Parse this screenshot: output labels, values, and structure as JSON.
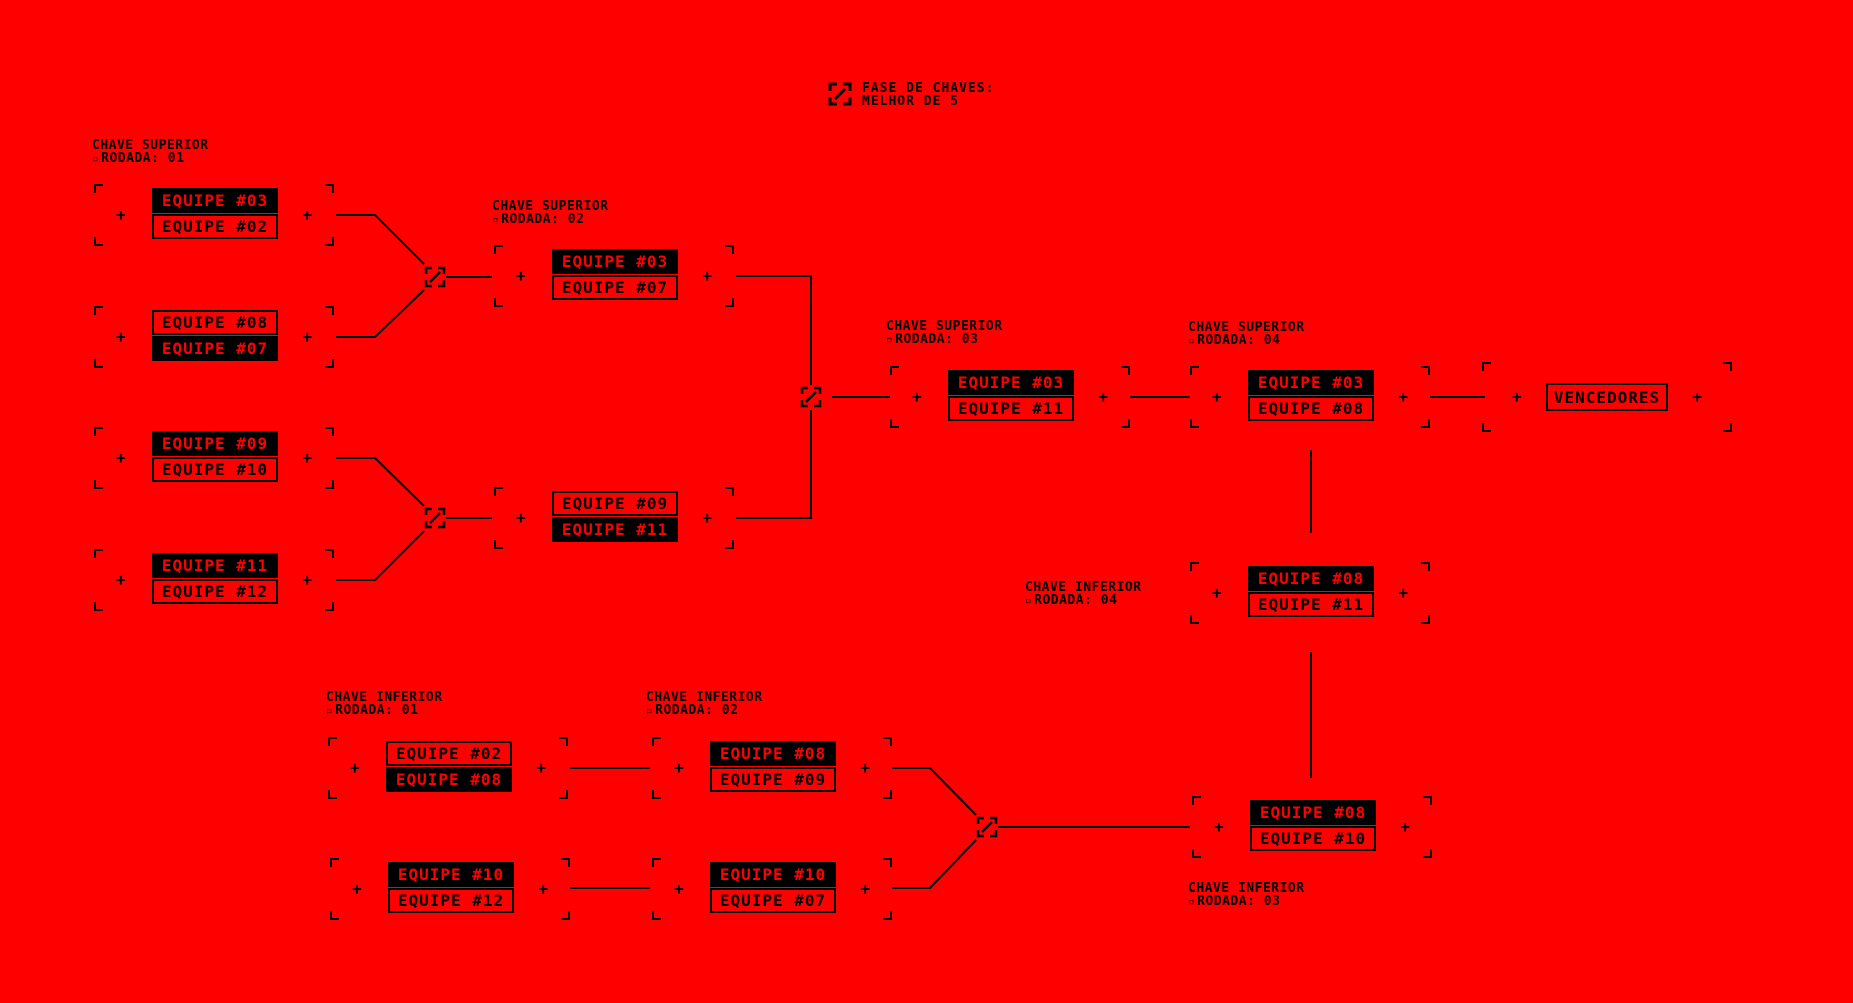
{
  "header": {
    "icon": "bracket-node-icon",
    "line1": "FASE DE CHAVES:",
    "line2": "MELHOR DE 5"
  },
  "labels": {
    "ub_r1": {
      "line1": "CHAVE SUPERIOR",
      "line2": "RODADA: 01"
    },
    "ub_r2": {
      "line1": "CHAVE SUPERIOR",
      "line2": "RODADA: 02"
    },
    "ub_r3": {
      "line1": "CHAVE SUPERIOR",
      "line2": "RODADA: 03"
    },
    "ub_r4": {
      "line1": "CHAVE SUPERIOR",
      "line2": "RODADA: 04"
    },
    "lb_r1": {
      "line1": "CHAVE INFERIOR",
      "line2": "RODADA: 01"
    },
    "lb_r2": {
      "line1": "CHAVE INFERIOR",
      "line2": "RODADA: 02"
    },
    "lb_r3": {
      "line1": "CHAVE INFERIOR",
      "line2": "RODADA: 03"
    },
    "lb_r4": {
      "line1": "CHAVE INFERIOR",
      "line2": "RODADA: 04"
    }
  },
  "matches": {
    "ub1_m1": {
      "top": "EQUIPE #03",
      "bottom": "EQUIPE #02",
      "winner": "top"
    },
    "ub1_m2": {
      "top": "EQUIPE #08",
      "bottom": "EQUIPE #07",
      "winner": "bottom"
    },
    "ub1_m3": {
      "top": "EQUIPE #09",
      "bottom": "EQUIPE #10",
      "winner": "top"
    },
    "ub1_m4": {
      "top": "EQUIPE #11",
      "bottom": "EQUIPE #12",
      "winner": "top"
    },
    "ub2_m1": {
      "top": "EQUIPE #03",
      "bottom": "EQUIPE #07",
      "winner": "top"
    },
    "ub2_m2": {
      "top": "EQUIPE #09",
      "bottom": "EQUIPE #11",
      "winner": "bottom"
    },
    "ub3_m1": {
      "top": "EQUIPE #03",
      "bottom": "EQUIPE #11",
      "winner": "top"
    },
    "ub4_m1": {
      "top": "EQUIPE #03",
      "bottom": "EQUIPE #08",
      "winner": "top"
    },
    "lb4_m1": {
      "top": "EQUIPE #08",
      "bottom": "EQUIPE #11",
      "winner": "top"
    },
    "lb3_m1": {
      "top": "EQUIPE #08",
      "bottom": "EQUIPE #10",
      "winner": "top"
    },
    "lb1_m1": {
      "top": "EQUIPE #02",
      "bottom": "EQUIPE #08",
      "winner": "bottom"
    },
    "lb1_m2": {
      "top": "EQUIPE #10",
      "bottom": "EQUIPE #12",
      "winner": "top"
    },
    "lb2_m1": {
      "top": "EQUIPE #08",
      "bottom": "EQUIPE #09",
      "winner": "top"
    },
    "lb2_m2": {
      "top": "EQUIPE #10",
      "bottom": "EQUIPE #07",
      "winner": "top"
    }
  },
  "final": {
    "label": "VENCEDORES"
  },
  "colors": {
    "background": "#ff0000",
    "ink": "#000000"
  }
}
